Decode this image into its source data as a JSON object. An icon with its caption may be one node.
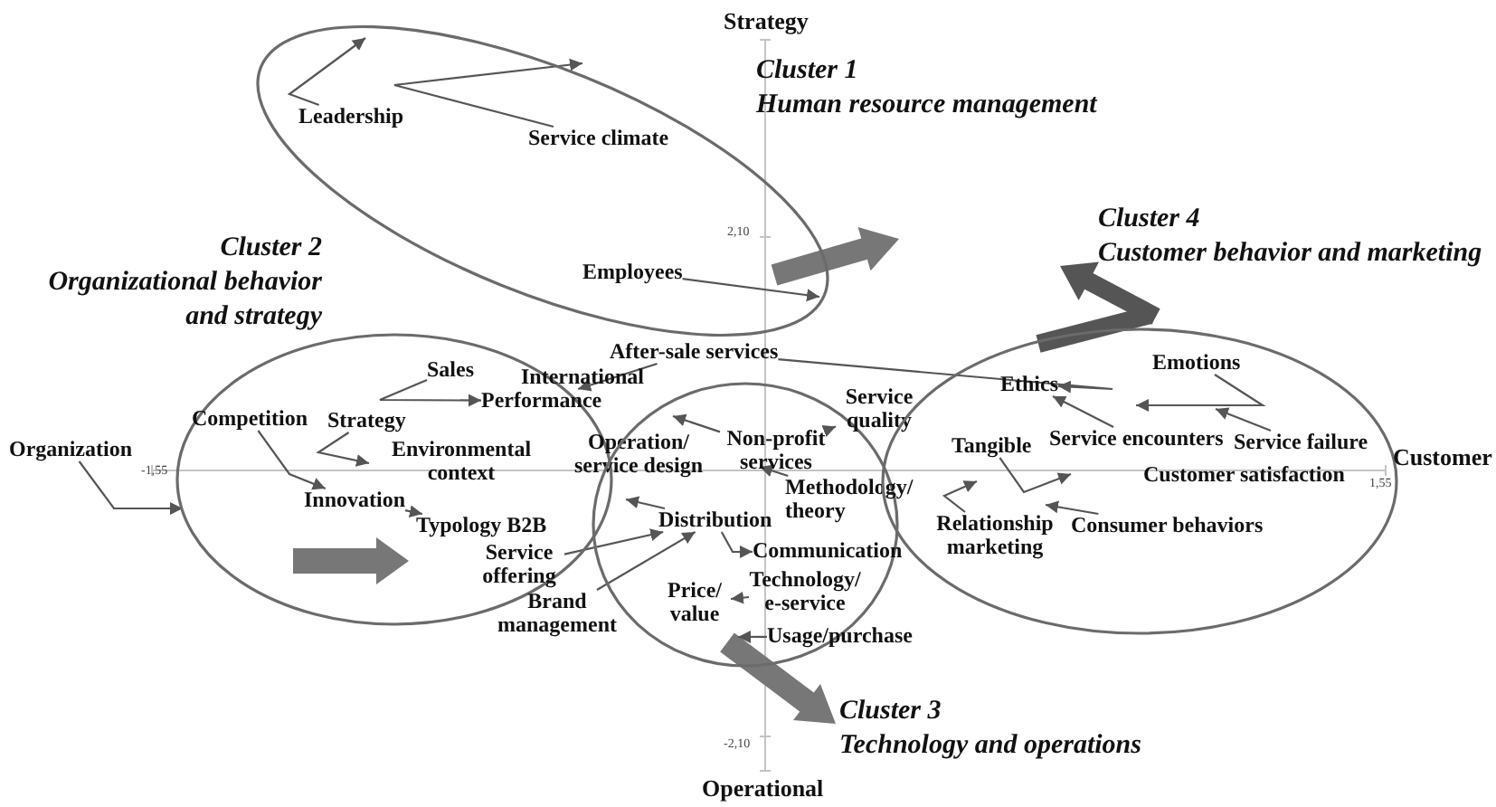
{
  "diagram": {
    "nodes": [
      {
        "text": [
          "Cluster 1",
          "Human resource management"
        ]
      },
      {
        "text": [
          "Leadership"
        ],
        "in": 0
      },
      {
        "text": [
          "Service climate"
        ],
        "in": 0
      },
      {
        "text": [
          "Employees"
        ],
        "in": 0
      },
      {
        "text": [
          "Cluster 2",
          "Organizational behavior and strategy"
        ]
      },
      {
        "text": [
          "Competition"
        ],
        "in": 4
      },
      {
        "text": [
          "Sales"
        ],
        "in": 4
      },
      {
        "text": [
          "Performance"
        ],
        "in": 4
      },
      {
        "text": [
          "Strategy"
        ],
        "in": 4
      },
      {
        "text": [
          "Environmental context"
        ],
        "in": 4
      },
      {
        "text": [
          "Innovation"
        ],
        "in": 4
      },
      {
        "text": [
          "Typology B2B"
        ],
        "in": 4
      },
      {
        "text": [
          "Service offering"
        ],
        "in": 4
      },
      {
        "text": [
          "Organization"
        ]
      },
      {
        "text": [
          "International"
        ]
      },
      {
        "text": [
          "After-sale services"
        ]
      },
      {
        "text": [
          "Operation/ service design"
        ]
      },
      {
        "text": [
          "Brand management"
        ]
      },
      {
        "text": [
          "Cluster 3",
          "Technology and operations"
        ]
      },
      {
        "text": [
          "Non-profit services"
        ],
        "in": 18
      },
      {
        "text": [
          "Distribution"
        ],
        "in": 18
      },
      {
        "text": [
          "Technology/ e-service"
        ],
        "in": 18
      },
      {
        "text": [
          "Price/ value"
        ],
        "in": 18
      },
      {
        "text": [
          "Methodology/ theory"
        ]
      },
      {
        "text": [
          "Communication"
        ],
        "in": 18
      },
      {
        "text": [
          "Usage/purchase"
        ]
      },
      {
        "text": [
          "Service quality"
        ]
      },
      {
        "text": [
          "Cluster 4",
          "Customer behavior and marketing"
        ]
      },
      {
        "text": [
          "Emotions"
        ],
        "in": 27
      },
      {
        "text": [
          "Ethics"
        ],
        "in": 27
      },
      {
        "text": [
          "Tangible"
        ],
        "in": 27
      },
      {
        "text": [
          "Service encounters"
        ],
        "in": 27
      },
      {
        "text": [
          "Service failure"
        ],
        "in": 27
      },
      {
        "text": [
          "Customer satisfaction"
        ],
        "in": 27
      },
      {
        "text": [
          "Relationship marketing"
        ],
        "in": 27
      },
      {
        "text": [
          "Consumer behaviors"
        ],
        "in": 27
      }
    ],
    "edges": [
      {
        "from": 1,
        "to": 0,
        "arrow": "to"
      },
      {
        "from": 2,
        "to": 0,
        "arrow": "to"
      },
      {
        "from": 3,
        "to": 0,
        "arrow": "to"
      },
      {
        "from": 15,
        "to": 7,
        "arrow": "to"
      },
      {
        "from": 15,
        "to": 29,
        "arrow": "to"
      },
      {
        "from": 6,
        "to": 7,
        "arrow": "to"
      },
      {
        "from": 5,
        "to": 10,
        "arrow": "to"
      },
      {
        "from": 8,
        "to": 4,
        "arrow": "to"
      },
      {
        "from": 13,
        "to": 4,
        "arrow": "to"
      },
      {
        "from": 10,
        "to": 11,
        "arrow": "to"
      },
      {
        "from": 12,
        "to": 20,
        "arrow": "to"
      },
      {
        "from": 17,
        "to": 20,
        "arrow": "to"
      },
      {
        "from": 21,
        "to": 22,
        "arrow": "to"
      },
      {
        "from": 20,
        "to": 24,
        "arrow": "to"
      },
      {
        "from": 19,
        "to": 26,
        "arrow": "to"
      },
      {
        "from": 28,
        "to": 27,
        "arrow": "to"
      },
      {
        "from": 32,
        "to": 27,
        "arrow": "to"
      },
      {
        "from": 31,
        "to": 29,
        "arrow": "to"
      },
      {
        "from": 30,
        "to": 27,
        "arrow": "to"
      },
      {
        "from": 35,
        "to": 27,
        "arrow": "to"
      },
      {
        "from": 34,
        "to": 27,
        "arrow": "to"
      },
      {
        "from": 20,
        "to": 18,
        "arrow": "to"
      },
      {
        "from": 25,
        "to": 18,
        "arrow": "to"
      },
      {
        "from": 19,
        "to": 18,
        "arrow": "to"
      },
      {
        "from": 23,
        "to": 18,
        "arrow": "to"
      }
    ],
    "labels": [
      "Strategy",
      "2,10",
      "-1,55",
      "Customer",
      "1,55",
      "-2,10",
      "Operational"
    ]
  }
}
